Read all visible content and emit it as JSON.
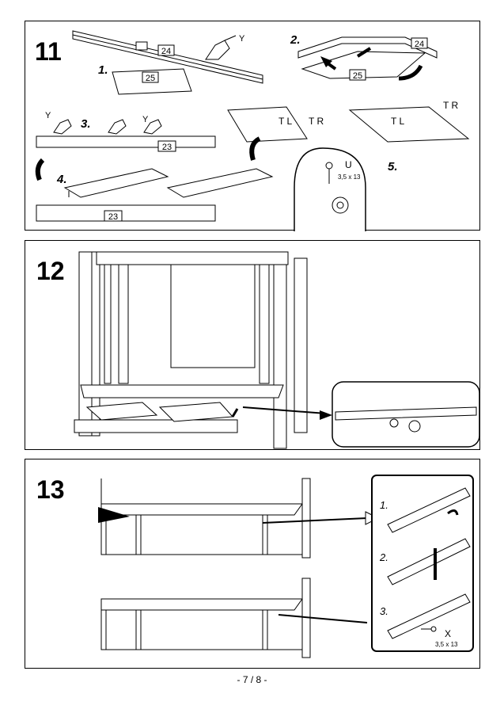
{
  "steps": {
    "s11": {
      "number": "11",
      "substeps": [
        "1.",
        "2.",
        "3.",
        "4.",
        "5."
      ],
      "parts": {
        "p24": "24",
        "p25": "25",
        "p23": "23"
      },
      "glue_label": "Y",
      "fittings": {
        "left": "T L",
        "right": "T R"
      },
      "screw": {
        "code": "U",
        "size": "3,5 x 13"
      }
    },
    "s12": {
      "number": "12"
    },
    "s13": {
      "number": "13",
      "substeps": [
        "1.",
        "2.",
        "3."
      ],
      "screw": {
        "code": "X",
        "size": "3,5 x 13"
      }
    }
  },
  "footer": {
    "page": "- 7 / 8 -"
  }
}
